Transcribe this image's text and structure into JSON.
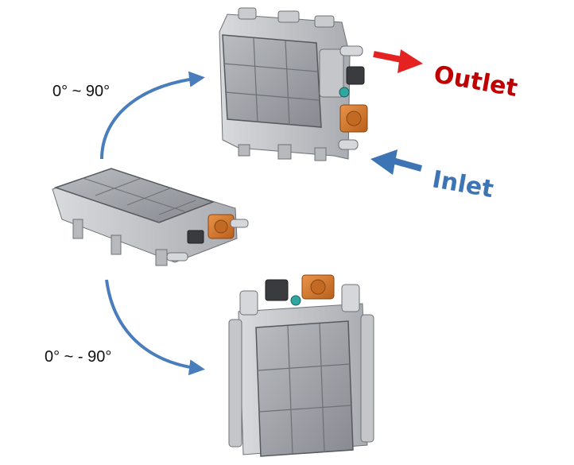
{
  "labels": {
    "rotate_up": "0° ~ 90°",
    "rotate_down": "0° ~ - 90°",
    "outlet": "Outlet",
    "inlet": "Inlet"
  },
  "colors": {
    "outlet": "#c00000",
    "inlet": "#3c74b4",
    "rotation_arrow": "#4a7dbb",
    "housing": "#9a9da2",
    "connector": "#d2782a"
  }
}
